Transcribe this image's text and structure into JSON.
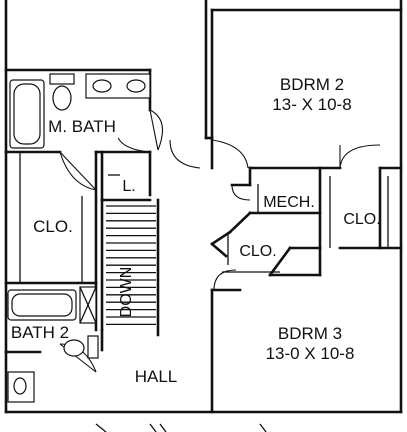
{
  "rooms": {
    "bedroom_2": {
      "name": "BDRM 2",
      "size": "13- X 10-8"
    },
    "bedroom_3": {
      "name": "BDRM 3",
      "size": "13-0 X 10-8"
    },
    "master_bath": "M. BATH",
    "bath_2": "BATH 2",
    "closet_left": "CLO.",
    "closet_right": "CLO.",
    "closet_center": "CLO.",
    "mechanical": "MECH.",
    "linen": "L.",
    "stairs": "DOWN",
    "hall": "HALL"
  },
  "colors": {
    "line": "#111111",
    "background": "#ffffff"
  }
}
